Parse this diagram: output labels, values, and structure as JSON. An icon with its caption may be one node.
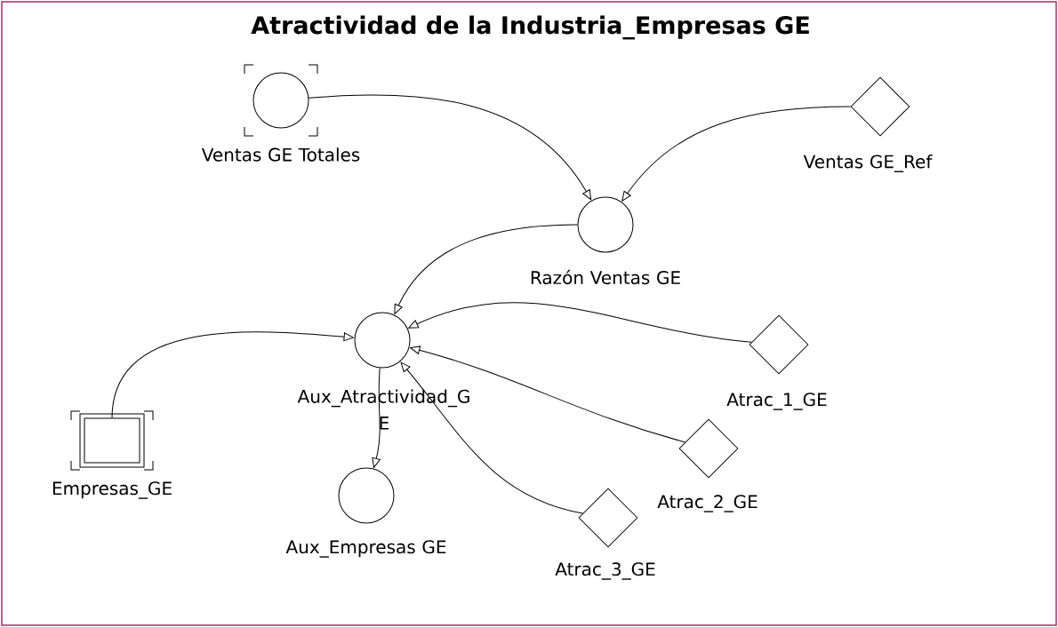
{
  "diagram": {
    "title": "Atractividad de la Industria_Empresas GE",
    "nodes": [
      {
        "text": [
          "Ventas GE Totales"
        ]
      },
      {
        "text": [
          "Ventas GE_Ref"
        ]
      },
      {
        "text": [
          "Razón Ventas GE"
        ]
      },
      {
        "text": [
          "Aux_Atractividad_G E"
        ]
      },
      {
        "text": [
          "Empresas_GE"
        ]
      },
      {
        "text": [
          "Atrac_1_GE"
        ]
      },
      {
        "text": [
          "Atrac_2_GE"
        ]
      },
      {
        "text": [
          "Aux_Empresas GE"
        ]
      },
      {
        "text": [
          "Atrac_3_GE"
        ]
      }
    ],
    "edges": [
      {
        "from": 0,
        "to": 2,
        "arrow": "to"
      },
      {
        "from": 1,
        "to": 2,
        "arrow": "to"
      },
      {
        "from": 2,
        "to": 3,
        "arrow": "to"
      },
      {
        "from": 4,
        "to": 3,
        "arrow": "to"
      },
      {
        "from": 5,
        "to": 3,
        "arrow": "to"
      },
      {
        "from": 6,
        "to": 3,
        "arrow": "to"
      },
      {
        "from": 8,
        "to": 3,
        "arrow": "to"
      },
      {
        "from": 3,
        "to": 7,
        "arrow": "to"
      }
    ]
  }
}
